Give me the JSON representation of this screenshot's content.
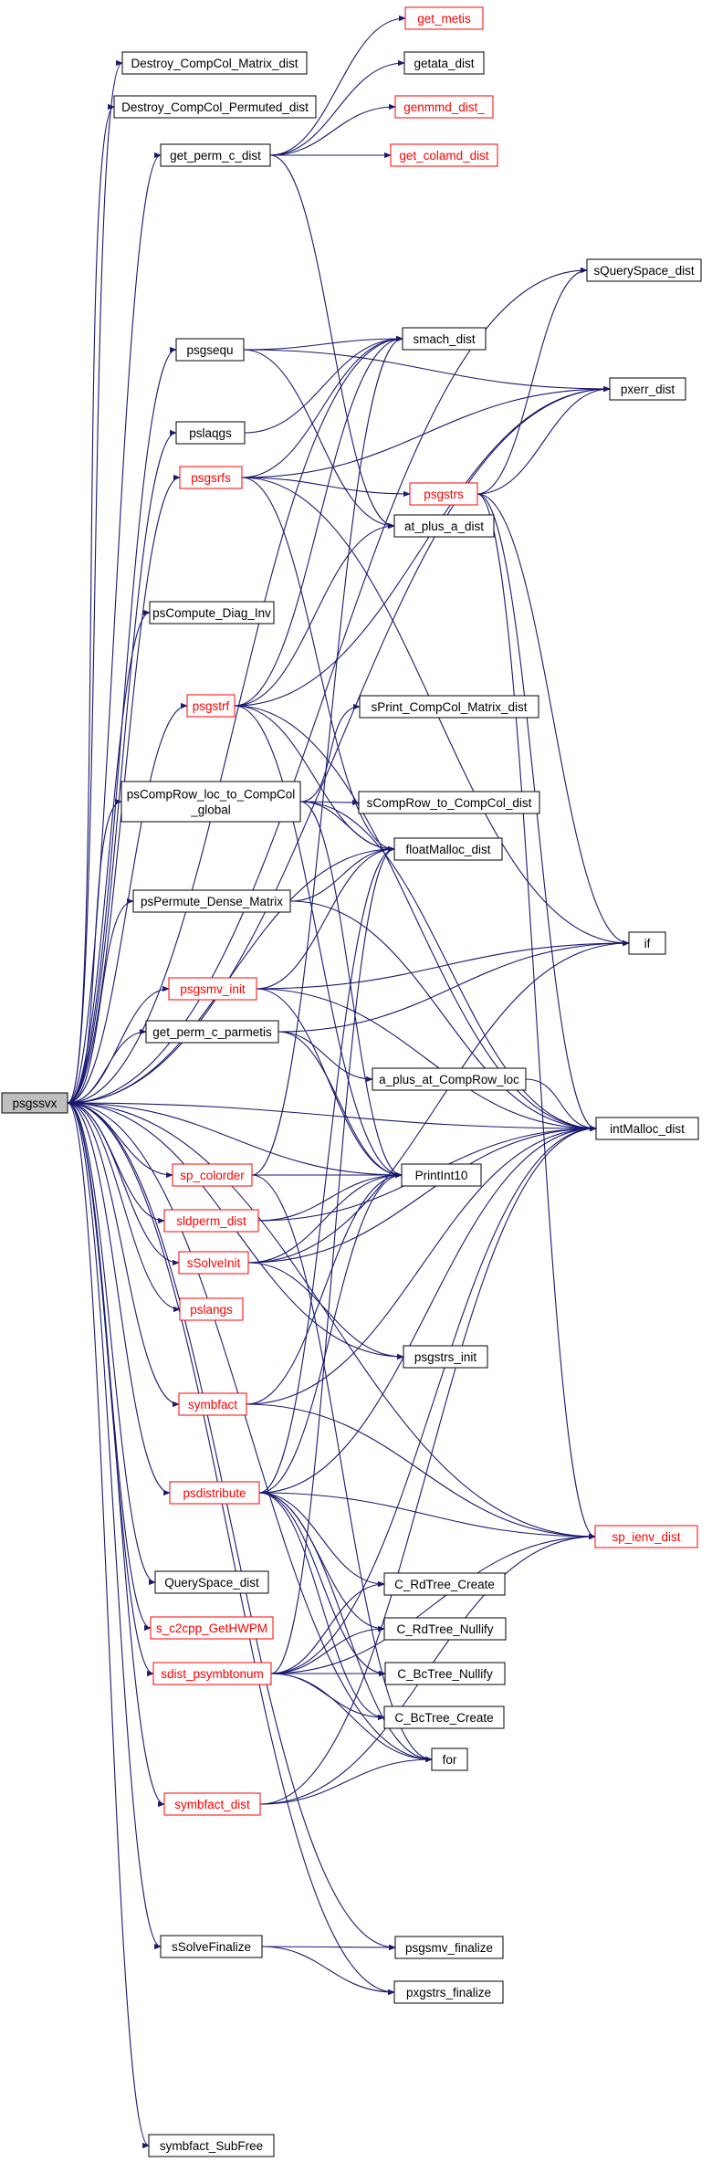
{
  "colors": {
    "edge": "#191970",
    "normal_border": "#000000",
    "link_border": "#ff0000",
    "normal_text": "#000000",
    "link_text": "#ff0000",
    "root_fill": "#bfbfbf",
    "node_fill": "#ffffff"
  },
  "root": "psgssvx",
  "nodes": [
    {
      "id": "psgssvx",
      "label": "psgssvx",
      "style": "root"
    },
    {
      "id": "Destroy_CompCol_Matrix_dist",
      "label": "Destroy_CompCol_Matrix_dist",
      "style": "normal"
    },
    {
      "id": "Destroy_CompCol_Permuted_dist",
      "label": "Destroy_CompCol_Permuted_dist",
      "style": "normal"
    },
    {
      "id": "get_perm_c_dist",
      "label": "get_perm_c_dist",
      "style": "normal"
    },
    {
      "id": "get_metis",
      "label": "get_metis",
      "style": "link"
    },
    {
      "id": "getata_dist",
      "label": "getata_dist",
      "style": "normal"
    },
    {
      "id": "genmmd_dist_",
      "label": "genmmd_dist_",
      "style": "link"
    },
    {
      "id": "get_colamd_dist",
      "label": "get_colamd_dist",
      "style": "link"
    },
    {
      "id": "sQuerySpace_dist",
      "label": "sQuerySpace_dist",
      "style": "normal"
    },
    {
      "id": "smach_dist",
      "label": "smach_dist",
      "style": "normal"
    },
    {
      "id": "psgsequ",
      "label": "psgsequ",
      "style": "normal"
    },
    {
      "id": "pxerr_dist",
      "label": "pxerr_dist",
      "style": "normal"
    },
    {
      "id": "pslaqgs",
      "label": "pslaqgs",
      "style": "normal"
    },
    {
      "id": "psgsrfs",
      "label": "psgsrfs",
      "style": "link"
    },
    {
      "id": "psgstrs",
      "label": "psgstrs",
      "style": "link"
    },
    {
      "id": "at_plus_a_dist",
      "label": "at_plus_a_dist",
      "style": "normal"
    },
    {
      "id": "psCompute_Diag_Inv",
      "label": "psCompute_Diag_Inv",
      "style": "normal"
    },
    {
      "id": "psgstrf",
      "label": "psgstrf",
      "style": "link"
    },
    {
      "id": "sPrint_CompCol_Matrix_dist",
      "label": "sPrint_CompCol_Matrix_dist",
      "style": "normal"
    },
    {
      "id": "psCompRow_loc_to_CompCol_global",
      "label": "psCompRow_loc_to_CompCol\n_global",
      "style": "normal"
    },
    {
      "id": "sCompRow_to_CompCol_dist",
      "label": "sCompRow_to_CompCol_dist",
      "style": "normal"
    },
    {
      "id": "floatMalloc_dist",
      "label": "floatMalloc_dist",
      "style": "normal"
    },
    {
      "id": "psPermute_Dense_Matrix",
      "label": "psPermute_Dense_Matrix",
      "style": "normal"
    },
    {
      "id": "if",
      "label": "if",
      "style": "normal"
    },
    {
      "id": "psgsmv_init",
      "label": "psgsmv_init",
      "style": "link"
    },
    {
      "id": "get_perm_c_parmetis",
      "label": "get_perm_c_parmetis",
      "style": "normal"
    },
    {
      "id": "a_plus_at_CompRow_loc",
      "label": "a_plus_at_CompRow_loc",
      "style": "normal"
    },
    {
      "id": "intMalloc_dist",
      "label": "intMalloc_dist",
      "style": "normal"
    },
    {
      "id": "sp_colorder",
      "label": "sp_colorder",
      "style": "link"
    },
    {
      "id": "PrintInt10",
      "label": "PrintInt10",
      "style": "normal"
    },
    {
      "id": "sldperm_dist",
      "label": "sldperm_dist",
      "style": "link"
    },
    {
      "id": "sSolveInit",
      "label": "sSolveInit",
      "style": "link"
    },
    {
      "id": "pslangs",
      "label": "pslangs",
      "style": "link"
    },
    {
      "id": "psgstrs_init",
      "label": "psgstrs_init",
      "style": "normal"
    },
    {
      "id": "symbfact",
      "label": "symbfact",
      "style": "link"
    },
    {
      "id": "psdistribute",
      "label": "psdistribute",
      "style": "link"
    },
    {
      "id": "sp_ienv_dist",
      "label": "sp_ienv_dist",
      "style": "link"
    },
    {
      "id": "QuerySpace_dist",
      "label": "QuerySpace_dist",
      "style": "normal"
    },
    {
      "id": "C_RdTree_Create",
      "label": "C_RdTree_Create",
      "style": "normal"
    },
    {
      "id": "s_c2cpp_GetHWPM",
      "label": "s_c2cpp_GetHWPM",
      "style": "link"
    },
    {
      "id": "C_RdTree_Nullify",
      "label": "C_RdTree_Nullify",
      "style": "normal"
    },
    {
      "id": "sdist_psymbtonum",
      "label": "sdist_psymbtonum",
      "style": "link"
    },
    {
      "id": "C_BcTree_Nullify",
      "label": "C_BcTree_Nullify",
      "style": "normal"
    },
    {
      "id": "C_BcTree_Create",
      "label": "C_BcTree_Create",
      "style": "normal"
    },
    {
      "id": "for",
      "label": "for",
      "style": "normal"
    },
    {
      "id": "symbfact_dist",
      "label": "symbfact_dist",
      "style": "link"
    },
    {
      "id": "sSolveFinalize",
      "label": "sSolveFinalize",
      "style": "normal"
    },
    {
      "id": "psgsmv_finalize",
      "label": "psgsmv_finalize",
      "style": "normal"
    },
    {
      "id": "pxgstrs_finalize",
      "label": "pxgstrs_finalize",
      "style": "normal"
    },
    {
      "id": "symbfact_SubFree",
      "label": "symbfact_SubFree",
      "style": "normal"
    }
  ],
  "edges": [
    [
      "psgssvx",
      "Destroy_CompCol_Matrix_dist"
    ],
    [
      "psgssvx",
      "Destroy_CompCol_Permuted_dist"
    ],
    [
      "psgssvx",
      "get_perm_c_dist"
    ],
    [
      "psgssvx",
      "sQuerySpace_dist"
    ],
    [
      "psgssvx",
      "smach_dist"
    ],
    [
      "psgssvx",
      "psgsequ"
    ],
    [
      "psgssvx",
      "pxerr_dist"
    ],
    [
      "psgssvx",
      "pslaqgs"
    ],
    [
      "psgssvx",
      "psgsrfs"
    ],
    [
      "psgssvx",
      "psCompute_Diag_Inv"
    ],
    [
      "psgssvx",
      "psgstrf"
    ],
    [
      "psgssvx",
      "psCompRow_loc_to_CompCol_global"
    ],
    [
      "psgssvx",
      "floatMalloc_dist"
    ],
    [
      "psgssvx",
      "psPermute_Dense_Matrix"
    ],
    [
      "psgssvx",
      "psgsmv_init"
    ],
    [
      "psgssvx",
      "get_perm_c_parmetis"
    ],
    [
      "psgssvx",
      "intMalloc_dist"
    ],
    [
      "psgssvx",
      "sp_colorder"
    ],
    [
      "psgssvx",
      "PrintInt10"
    ],
    [
      "psgssvx",
      "sldperm_dist"
    ],
    [
      "psgssvx",
      "sSolveInit"
    ],
    [
      "psgssvx",
      "pslangs"
    ],
    [
      "psgssvx",
      "psgstrs_init"
    ],
    [
      "psgssvx",
      "symbfact"
    ],
    [
      "psgssvx",
      "psdistribute"
    ],
    [
      "psgssvx",
      "QuerySpace_dist"
    ],
    [
      "psgssvx",
      "s_c2cpp_GetHWPM"
    ],
    [
      "psgssvx",
      "sdist_psymbtonum"
    ],
    [
      "psgssvx",
      "for"
    ],
    [
      "psgssvx",
      "symbfact_dist"
    ],
    [
      "psgssvx",
      "sSolveFinalize"
    ],
    [
      "psgssvx",
      "psgsmv_finalize"
    ],
    [
      "psgssvx",
      "pxgstrs_finalize"
    ],
    [
      "psgssvx",
      "sp_ienv_dist"
    ],
    [
      "psgssvx",
      "symbfact_SubFree"
    ],
    [
      "get_perm_c_dist",
      "get_metis"
    ],
    [
      "get_perm_c_dist",
      "getata_dist"
    ],
    [
      "get_perm_c_dist",
      "genmmd_dist_"
    ],
    [
      "get_perm_c_dist",
      "get_colamd_dist"
    ],
    [
      "get_perm_c_dist",
      "at_plus_a_dist"
    ],
    [
      "psgsequ",
      "smach_dist"
    ],
    [
      "psgsequ",
      "pxerr_dist"
    ],
    [
      "psgsequ",
      "at_plus_a_dist"
    ],
    [
      "pslaqgs",
      "smach_dist"
    ],
    [
      "psgsrfs",
      "smach_dist"
    ],
    [
      "psgsrfs",
      "pxerr_dist"
    ],
    [
      "psgsrfs",
      "psgstrs"
    ],
    [
      "psgsrfs",
      "floatMalloc_dist"
    ],
    [
      "psgsrfs",
      "if"
    ],
    [
      "psgstrs",
      "sQuerySpace_dist"
    ],
    [
      "psgstrs",
      "pxerr_dist"
    ],
    [
      "psgstrs",
      "if"
    ],
    [
      "psgstrs",
      "intMalloc_dist"
    ],
    [
      "psgstrs",
      "sp_ienv_dist"
    ],
    [
      "psgstrf",
      "smach_dist"
    ],
    [
      "psgstrf",
      "pxerr_dist"
    ],
    [
      "psgstrf",
      "at_plus_a_dist"
    ],
    [
      "psgstrf",
      "floatMalloc_dist"
    ],
    [
      "psgstrf",
      "intMalloc_dist"
    ],
    [
      "psgstrf",
      "PrintInt10"
    ],
    [
      "psCompRow_loc_to_CompCol_global",
      "sPrint_CompCol_Matrix_dist"
    ],
    [
      "psCompRow_loc_to_CompCol_global",
      "sCompRow_to_CompCol_dist"
    ],
    [
      "psCompRow_loc_to_CompCol_global",
      "floatMalloc_dist"
    ],
    [
      "psCompRow_loc_to_CompCol_global",
      "intMalloc_dist"
    ],
    [
      "psCompRow_loc_to_CompCol_global",
      "PrintInt10"
    ],
    [
      "psPermute_Dense_Matrix",
      "floatMalloc_dist"
    ],
    [
      "psPermute_Dense_Matrix",
      "intMalloc_dist"
    ],
    [
      "psgsmv_init",
      "floatMalloc_dist"
    ],
    [
      "psgsmv_init",
      "if"
    ],
    [
      "psgsmv_init",
      "intMalloc_dist"
    ],
    [
      "psgsmv_init",
      "PrintInt10"
    ],
    [
      "get_perm_c_parmetis",
      "if"
    ],
    [
      "get_perm_c_parmetis",
      "a_plus_at_CompRow_loc"
    ],
    [
      "get_perm_c_parmetis",
      "PrintInt10"
    ],
    [
      "a_plus_at_CompRow_loc",
      "intMalloc_dist"
    ],
    [
      "sp_colorder",
      "smach_dist"
    ],
    [
      "sp_colorder",
      "PrintInt10"
    ],
    [
      "sp_colorder",
      "for"
    ],
    [
      "sldperm_dist",
      "PrintInt10"
    ],
    [
      "sldperm_dist",
      "intMalloc_dist"
    ],
    [
      "sSolveInit",
      "if"
    ],
    [
      "sSolveInit",
      "PrintInt10"
    ],
    [
      "sSolveInit",
      "intMalloc_dist"
    ],
    [
      "sSolveInit",
      "psgstrs_init"
    ],
    [
      "symbfact",
      "PrintInt10"
    ],
    [
      "symbfact",
      "intMalloc_dist"
    ],
    [
      "symbfact",
      "sp_ienv_dist"
    ],
    [
      "psdistribute",
      "PrintInt10"
    ],
    [
      "psdistribute",
      "floatMalloc_dist"
    ],
    [
      "psdistribute",
      "intMalloc_dist"
    ],
    [
      "psdistribute",
      "sp_ienv_dist"
    ],
    [
      "psdistribute",
      "C_RdTree_Create"
    ],
    [
      "psdistribute",
      "C_RdTree_Nullify"
    ],
    [
      "psdistribute",
      "C_BcTree_Nullify"
    ],
    [
      "psdistribute",
      "C_BcTree_Create"
    ],
    [
      "psdistribute",
      "for"
    ],
    [
      "sdist_psymbtonum",
      "floatMalloc_dist"
    ],
    [
      "sdist_psymbtonum",
      "intMalloc_dist"
    ],
    [
      "sdist_psymbtonum",
      "sp_ienv_dist"
    ],
    [
      "sdist_psymbtonum",
      "C_RdTree_Create"
    ],
    [
      "sdist_psymbtonum",
      "C_RdTree_Nullify"
    ],
    [
      "sdist_psymbtonum",
      "C_BcTree_Nullify"
    ],
    [
      "sdist_psymbtonum",
      "C_BcTree_Create"
    ],
    [
      "sdist_psymbtonum",
      "for"
    ],
    [
      "symbfact_dist",
      "for"
    ],
    [
      "symbfact_dist",
      "intMalloc_dist"
    ],
    [
      "symbfact_dist",
      "sp_ienv_dist"
    ],
    [
      "sSolveFinalize",
      "psgsmv_finalize"
    ],
    [
      "sSolveFinalize",
      "pxgstrs_finalize"
    ]
  ]
}
